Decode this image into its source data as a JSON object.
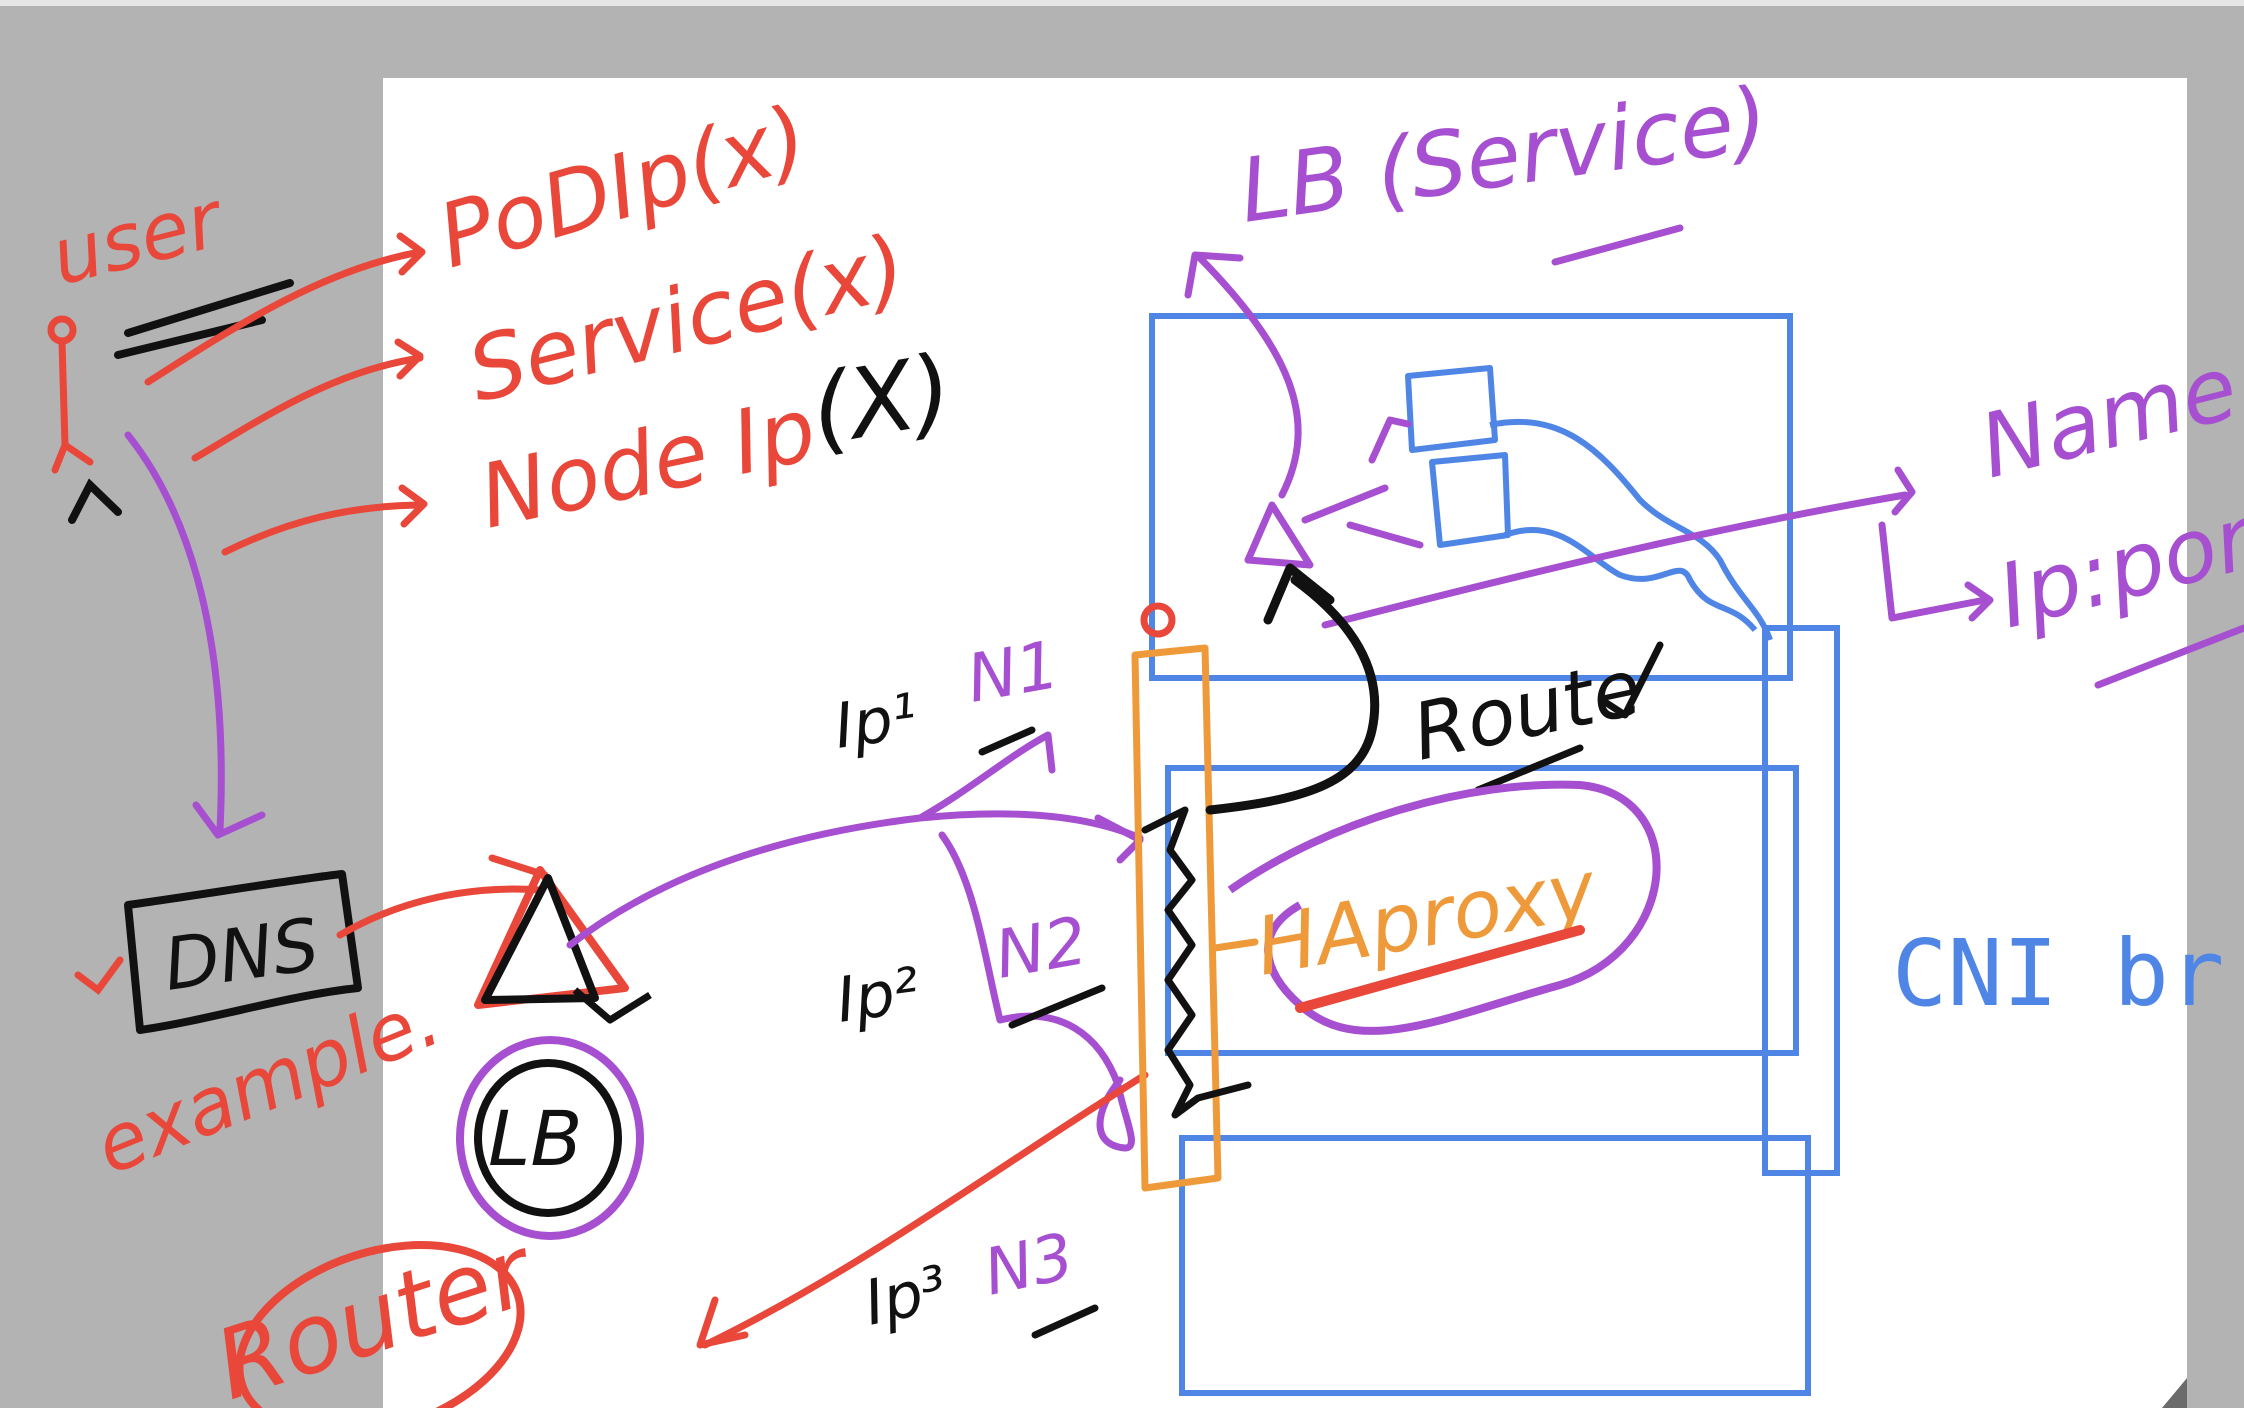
{
  "colors": {
    "background": "#b3b3b3",
    "whiteboard": "#ffffff",
    "red": "#e8473a",
    "purple": "#a64fd0",
    "black": "#111111",
    "blue": "#4f86e6",
    "orange": "#ef9a3a"
  },
  "labels": {
    "user": "user",
    "pod_ip": "PoDIp(x)",
    "service": "Service(x)",
    "node_ip": "Node Ip",
    "node_ip_x": "(X)",
    "lb_service": "LB (Service)",
    "name": "Name",
    "ip_port": "Ip:port",
    "ip1": "Ip¹",
    "n1": "N1",
    "ip2": "Ip²",
    "n2": "N2",
    "ip3": "Ip³",
    "n3": "N3",
    "dns": "DNS",
    "example": "example.",
    "lb": "LB",
    "router": "Router",
    "route": "Route",
    "haproxy": "HAproxy",
    "cni_bridge": "CNI br"
  },
  "icons": [
    "triangle-icon",
    "pod-box-icon"
  ]
}
